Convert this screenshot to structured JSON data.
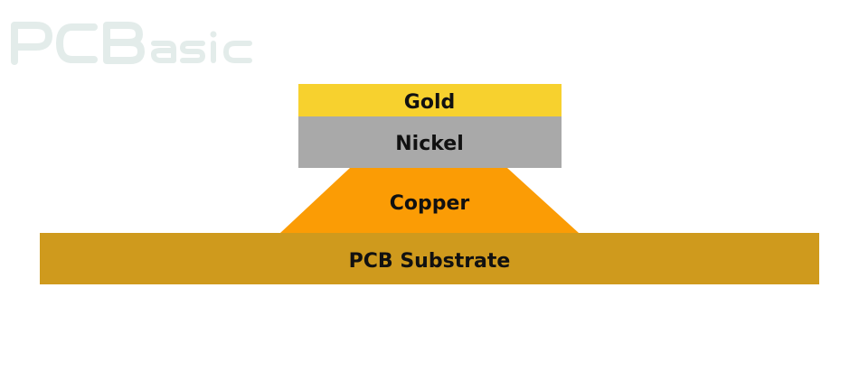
{
  "brand": {
    "logo_text": "PCBasic",
    "watermark_color": "#e3ecea"
  },
  "layers": {
    "gold": {
      "label": "Gold",
      "color": "#f7d12e"
    },
    "nickel": {
      "label": "Nickel",
      "color": "#a9a9a9"
    },
    "copper": {
      "label": "Copper",
      "color": "#fb9c05"
    },
    "substrate": {
      "label": "PCB Substrate",
      "color": "#cf9a1d"
    }
  }
}
